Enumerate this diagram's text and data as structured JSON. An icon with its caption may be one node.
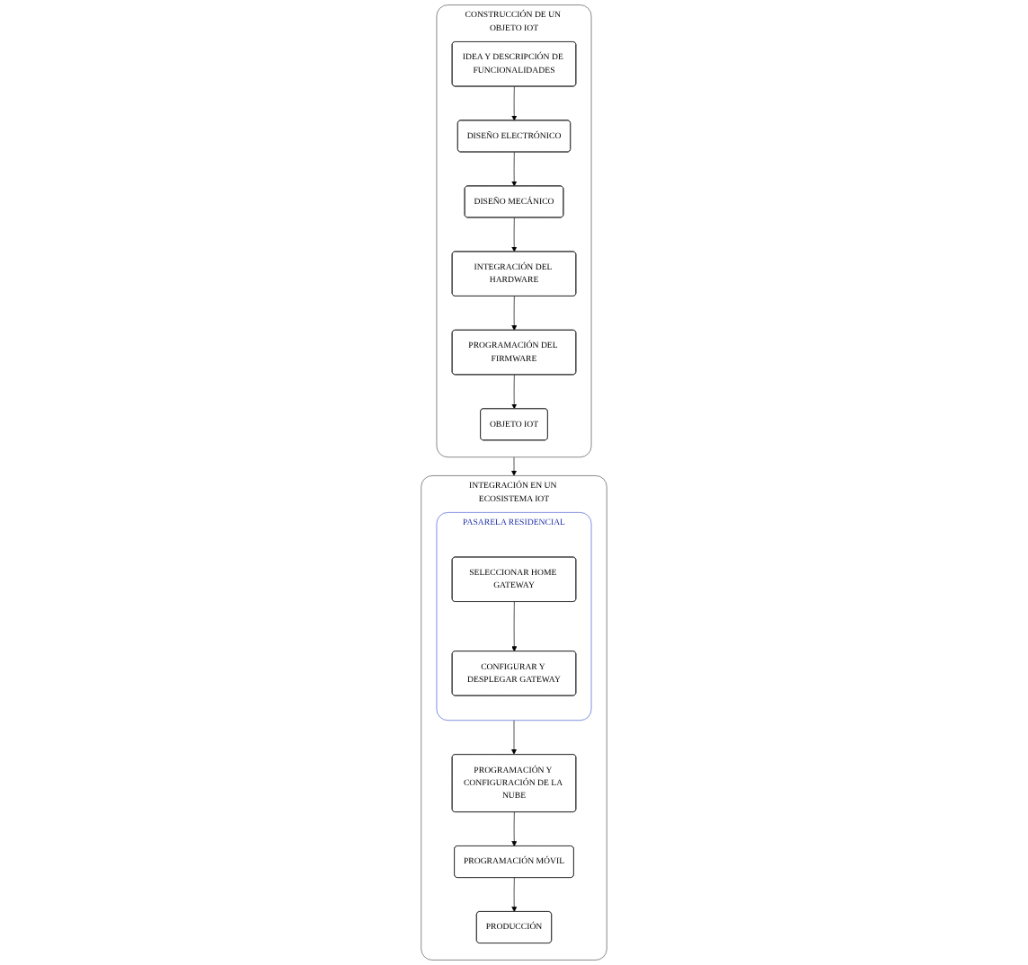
{
  "diagram": {
    "nodes": [
      {
        "text": [
          "CONSTRUCCIÓN DE UN OBJETO IOT"
        ]
      },
      {
        "text": [
          "IDEA Y DESCRIPCIÓN DE FUNCIONALIDADES"
        ],
        "in": 0
      },
      {
        "text": [
          "DISEÑO ELECTRÓNICO"
        ],
        "in": 0
      },
      {
        "text": [
          "DISEÑO MECÁNICO"
        ],
        "in": 0
      },
      {
        "text": [
          "INTEGRACIÓN DEL HARDWARE"
        ],
        "in": 0
      },
      {
        "text": [
          "PROGRAMACIÓN DEL FIRMWARE"
        ],
        "in": 0
      },
      {
        "text": [
          "OBJETO IOT"
        ],
        "in": 0
      },
      {
        "text": [
          "INTEGRACIÓN EN UN ECOSISTEMA IOT"
        ]
      },
      {
        "text": [
          "PASARELA RESIDENCIAL"
        ],
        "in": 7
      },
      {
        "text": [
          "SELECCIONAR HOME GATEWAY"
        ],
        "in": 8
      },
      {
        "text": [
          "CONFIGURAR Y DESPLEGAR GATEWAY"
        ],
        "in": 8
      },
      {
        "text": [
          "PROGRAMACIÓN Y CONFIGURACIÓN DE LA NUBE"
        ],
        "in": 7
      },
      {
        "text": [
          "PROGRAMACIÓN MÓVIL"
        ],
        "in": 7
      },
      {
        "text": [
          "PRODUCCIÓN"
        ],
        "in": 7
      }
    ],
    "edges": [
      {
        "from": 1,
        "to": 2,
        "arrow": "to"
      },
      {
        "from": 2,
        "to": 3,
        "arrow": "to"
      },
      {
        "from": 3,
        "to": 4,
        "arrow": "to"
      },
      {
        "from": 4,
        "to": 5,
        "arrow": "to"
      },
      {
        "from": 5,
        "to": 6,
        "arrow": "to"
      },
      {
        "from": 0,
        "to": 7,
        "arrow": "to"
      },
      {
        "from": 9,
        "to": 10,
        "arrow": "to"
      },
      {
        "from": 8,
        "to": 11,
        "arrow": "to"
      },
      {
        "from": 11,
        "to": 12,
        "arrow": "to"
      },
      {
        "from": 12,
        "to": 13,
        "arrow": "to"
      }
    ]
  }
}
